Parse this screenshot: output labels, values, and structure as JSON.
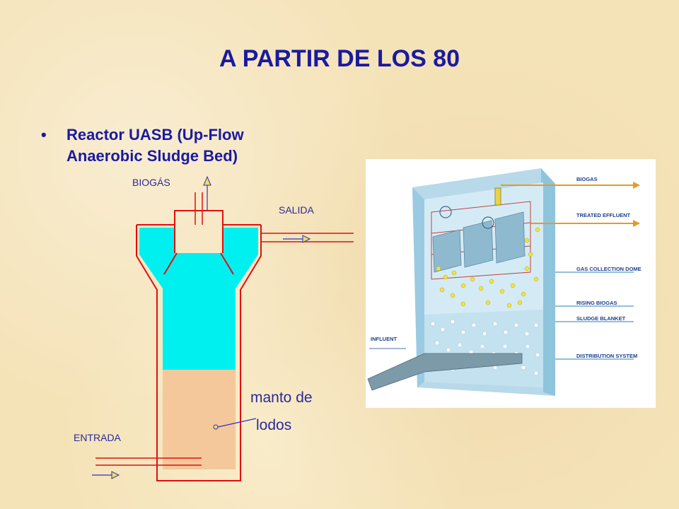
{
  "title": "A PARTIR DE LOS 80",
  "bullet": {
    "marker": "•",
    "text": "Reactor UASB (Up-Flow Anaerobic Sludge Bed)"
  },
  "schematic": {
    "biogas": "BIOGÁS",
    "outlet": "SALIDA",
    "inlet": "ENTRADA",
    "sludge_line1": "manto de",
    "sludge_line2": "lodos"
  },
  "photo": {
    "labels": {
      "biogas": "BIOGAS",
      "treated": "TREATED EFFLUENT",
      "dome": "GAS COLLECTION DOME",
      "rising": "RISING BIOGAS",
      "blanket": "SLUDGE BLANKET",
      "distribution": "DISTRIBUTION SYSTEM",
      "influent": "INFLUENT"
    }
  },
  "colors": {
    "title": "#1a1aa0",
    "reactor_outline": "#e01010",
    "water": "#00f0f0",
    "sludge": "#f5c89c",
    "photo_label": "#1c3f8c"
  }
}
